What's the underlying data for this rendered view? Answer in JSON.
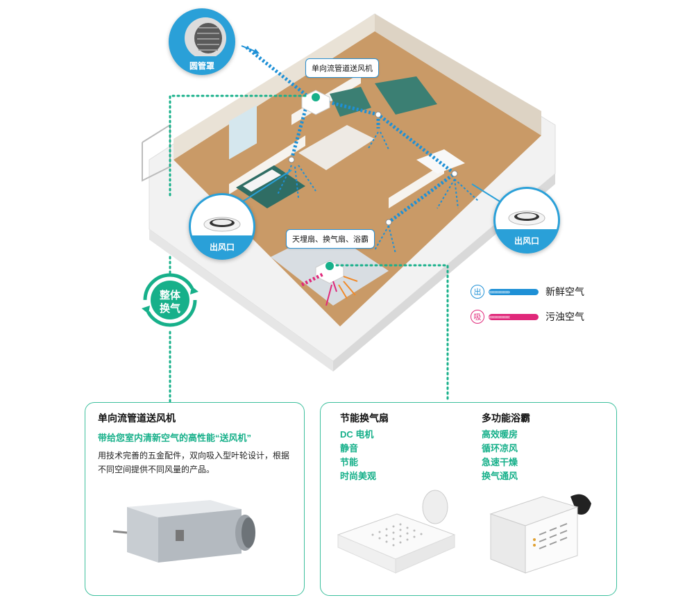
{
  "callouts": {
    "duct_fan": "单向流管道送风机",
    "ceiling": "天埋扇、换气扇、浴霸"
  },
  "badges": {
    "round_hood": "圆管罩",
    "outlet_left": "出风口",
    "outlet_right": "出风口",
    "cycle_line1": "整体",
    "cycle_line2": "换气"
  },
  "legend": {
    "fresh_icon": "出",
    "fresh_label": "新鲜空气",
    "dirty_icon": "吸",
    "dirty_label": "污浊空气",
    "fresh_color": "#1e90d6",
    "dirty_color": "#e0287a"
  },
  "panel_left": {
    "title": "单向流管道送风机",
    "tagline": "带给您室内清新空气的高性能“送风机”",
    "desc_line1": "用技术完善的五金配件，双向吸入型叶轮设计，根据",
    "desc_line2": "不同空间提供不同风量的产品。"
  },
  "panel_right": {
    "col1_title": "节能换气扇",
    "col1_items": [
      "DC 电机",
      "静音",
      "节能",
      "时尚美观"
    ],
    "col2_title": "多功能浴霸",
    "col2_items": [
      "高效暖房",
      "循环凉风",
      "急速干燥",
      "换气通风"
    ]
  },
  "colors": {
    "accent_green": "#17b08a",
    "accent_blue": "#2aa0d8"
  }
}
